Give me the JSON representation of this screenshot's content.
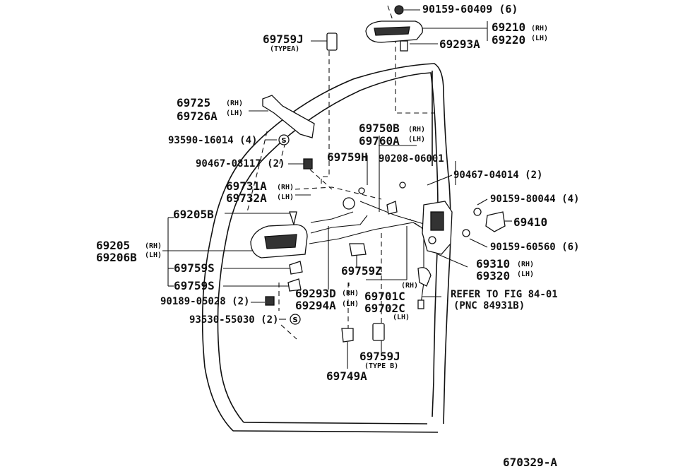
{
  "labels": {
    "p90159_60409": "90159-60409 (6)",
    "p69210": "69210",
    "p69210_rh": "(RH)",
    "p69220": "69220",
    "p69220_lh": "(LH)",
    "p69293a": "69293A",
    "p69759j_a": "69759J",
    "p69759j_a_type": "(TYPEA)",
    "p69725": "69725",
    "p69725_rh": "(RH)",
    "p69726a": "69726A",
    "p69726a_lh": "(LH)",
    "p93590": "93590-16014 (4)",
    "p69750b": "69750B",
    "p69750b_rh": "(RH)",
    "p69760a": "69760A",
    "p69760a_lh": "(LH)",
    "p90467_08117": "90467-08117 (2)",
    "p69759h": "69759H",
    "p90208": "90208-06001",
    "p90467_04014": "90467-04014 (2)",
    "p69731a": "69731A",
    "p69731a_rh": "(RH)",
    "p69732a": "69732A",
    "p69732a_lh": "(LH)",
    "p90159_80044": "90159-80044 (4)",
    "p69205b": "69205B",
    "p69410": "69410",
    "p69205": "69205",
    "p69205_rh": "(RH)",
    "p69206b": "69206B",
    "p69206b_lh": "(LH)",
    "p90159_60560": "90159-60560 (6)",
    "p69310": "69310",
    "p69310_rh": "(RH)",
    "p69320": "69320",
    "p69320_lh": "(LH)",
    "p69759s_1": "69759S",
    "p69759z": "69759Z",
    "p69759s_2": "69759S",
    "p69701c_rh": "(RH)",
    "refer": "REFER TO FIG 84-01",
    "pnc": "(PNC 84931B)",
    "p90189": "90189-05028 (2)",
    "p69293d": "69293D",
    "p69293d_rh": "(RH)",
    "p69701c": "69701C",
    "p69294a": "69294A",
    "p69294a_lh": "(LH)",
    "p69702c": "69702C",
    "p69702c_lh": "(LH)",
    "p93530": "93530-55030 (2)",
    "p69759j_b": "69759J",
    "p69759j_b_type": "(TYPE B)",
    "p69749a": "69749A",
    "fig_code": "670329-A"
  },
  "symbols": {
    "s_mark": "S"
  }
}
